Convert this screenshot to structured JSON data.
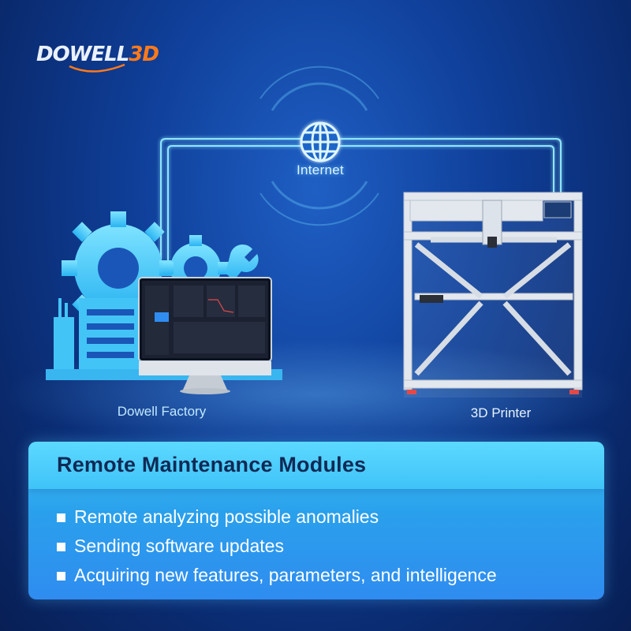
{
  "brand": {
    "logo_main": "DOWELL",
    "logo_accent": "3D"
  },
  "diagram": {
    "network_label": "Internet",
    "factory_label": "Dowell Factory",
    "printer_label": "3D Printer"
  },
  "card": {
    "title": "Remote Maintenance Modules",
    "items": [
      "Remote analyzing possible anomalies",
      "Sending software updates",
      "Acquiring new features, parameters, and intelligence"
    ]
  },
  "colors": {
    "background": "#0f3f99",
    "accent_cyan": "#4fd3ff",
    "logo_accent": "#ff7a1a",
    "card_title": "#0f2a55"
  },
  "icons": [
    "globe-icon",
    "gear-icon",
    "wrench-icon",
    "factory-icon",
    "monitor-icon",
    "printer-frame"
  ]
}
